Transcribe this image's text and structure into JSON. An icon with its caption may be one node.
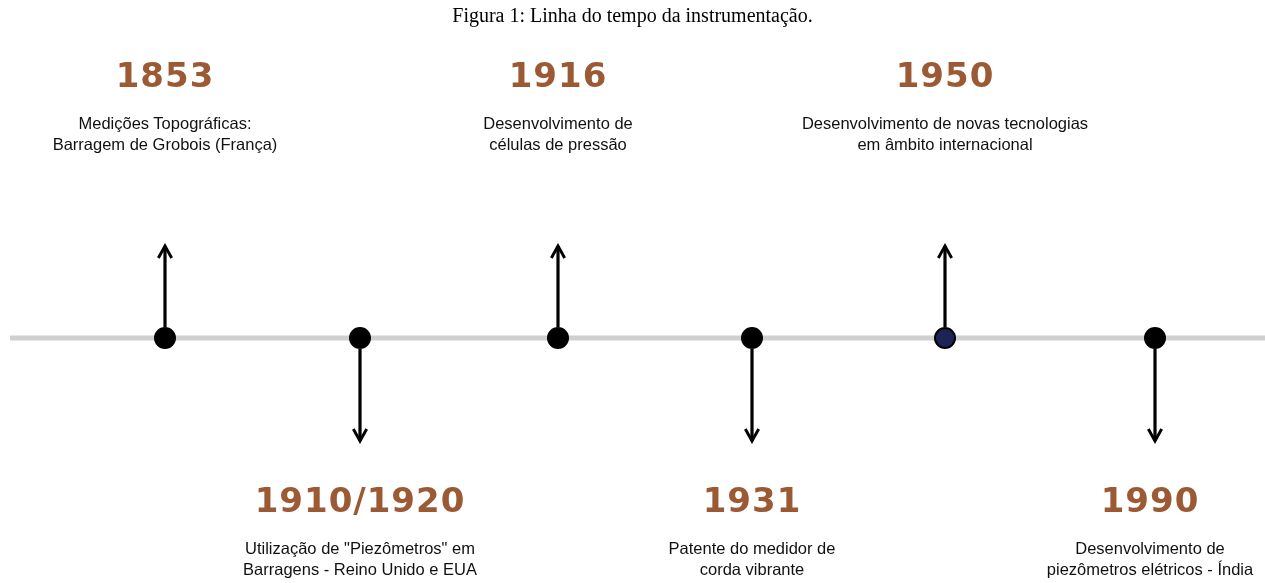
{
  "diagram": {
    "caption": "Figura 1: Linha do tempo da instrumentação.",
    "nodes": [
      {
        "text": [
          "1853",
          "Medições Topográficas: Barragem de Grobois (França)"
        ]
      },
      {
        "text": [
          "1910/1920",
          "Utilização de \"Piezômetros\" em Barragens - Reino Unido e EUA"
        ]
      },
      {
        "text": [
          "1916",
          "Desenvolvimento de células de pressão"
        ]
      },
      {
        "text": [
          "1931",
          "Patente do medidor de corda vibrante"
        ]
      },
      {
        "text": [
          "1950",
          "Desenvolvimento de novas tecnologias em âmbito internacional"
        ]
      },
      {
        "text": [
          "1990",
          "Desenvolvimento de piezômetros elétricos - Índia"
        ]
      },
      {
        "text": [],
        "shape": "circle"
      },
      {
        "text": [],
        "shape": "circle"
      },
      {
        "text": [],
        "shape": "circle"
      },
      {
        "text": [],
        "shape": "circle"
      },
      {
        "text": [],
        "shape": "circle"
      },
      {
        "text": [],
        "shape": "circle"
      }
    ],
    "edges": [
      {
        "from": 6,
        "to": 0,
        "arrow": "to"
      },
      {
        "from": 7,
        "to": 1,
        "arrow": "to"
      },
      {
        "from": 8,
        "to": 2,
        "arrow": "to"
      },
      {
        "from": 9,
        "to": 3,
        "arrow": "to"
      },
      {
        "from": 10,
        "to": 4,
        "arrow": "to"
      },
      {
        "from": 11,
        "to": 5,
        "arrow": "to"
      }
    ]
  }
}
